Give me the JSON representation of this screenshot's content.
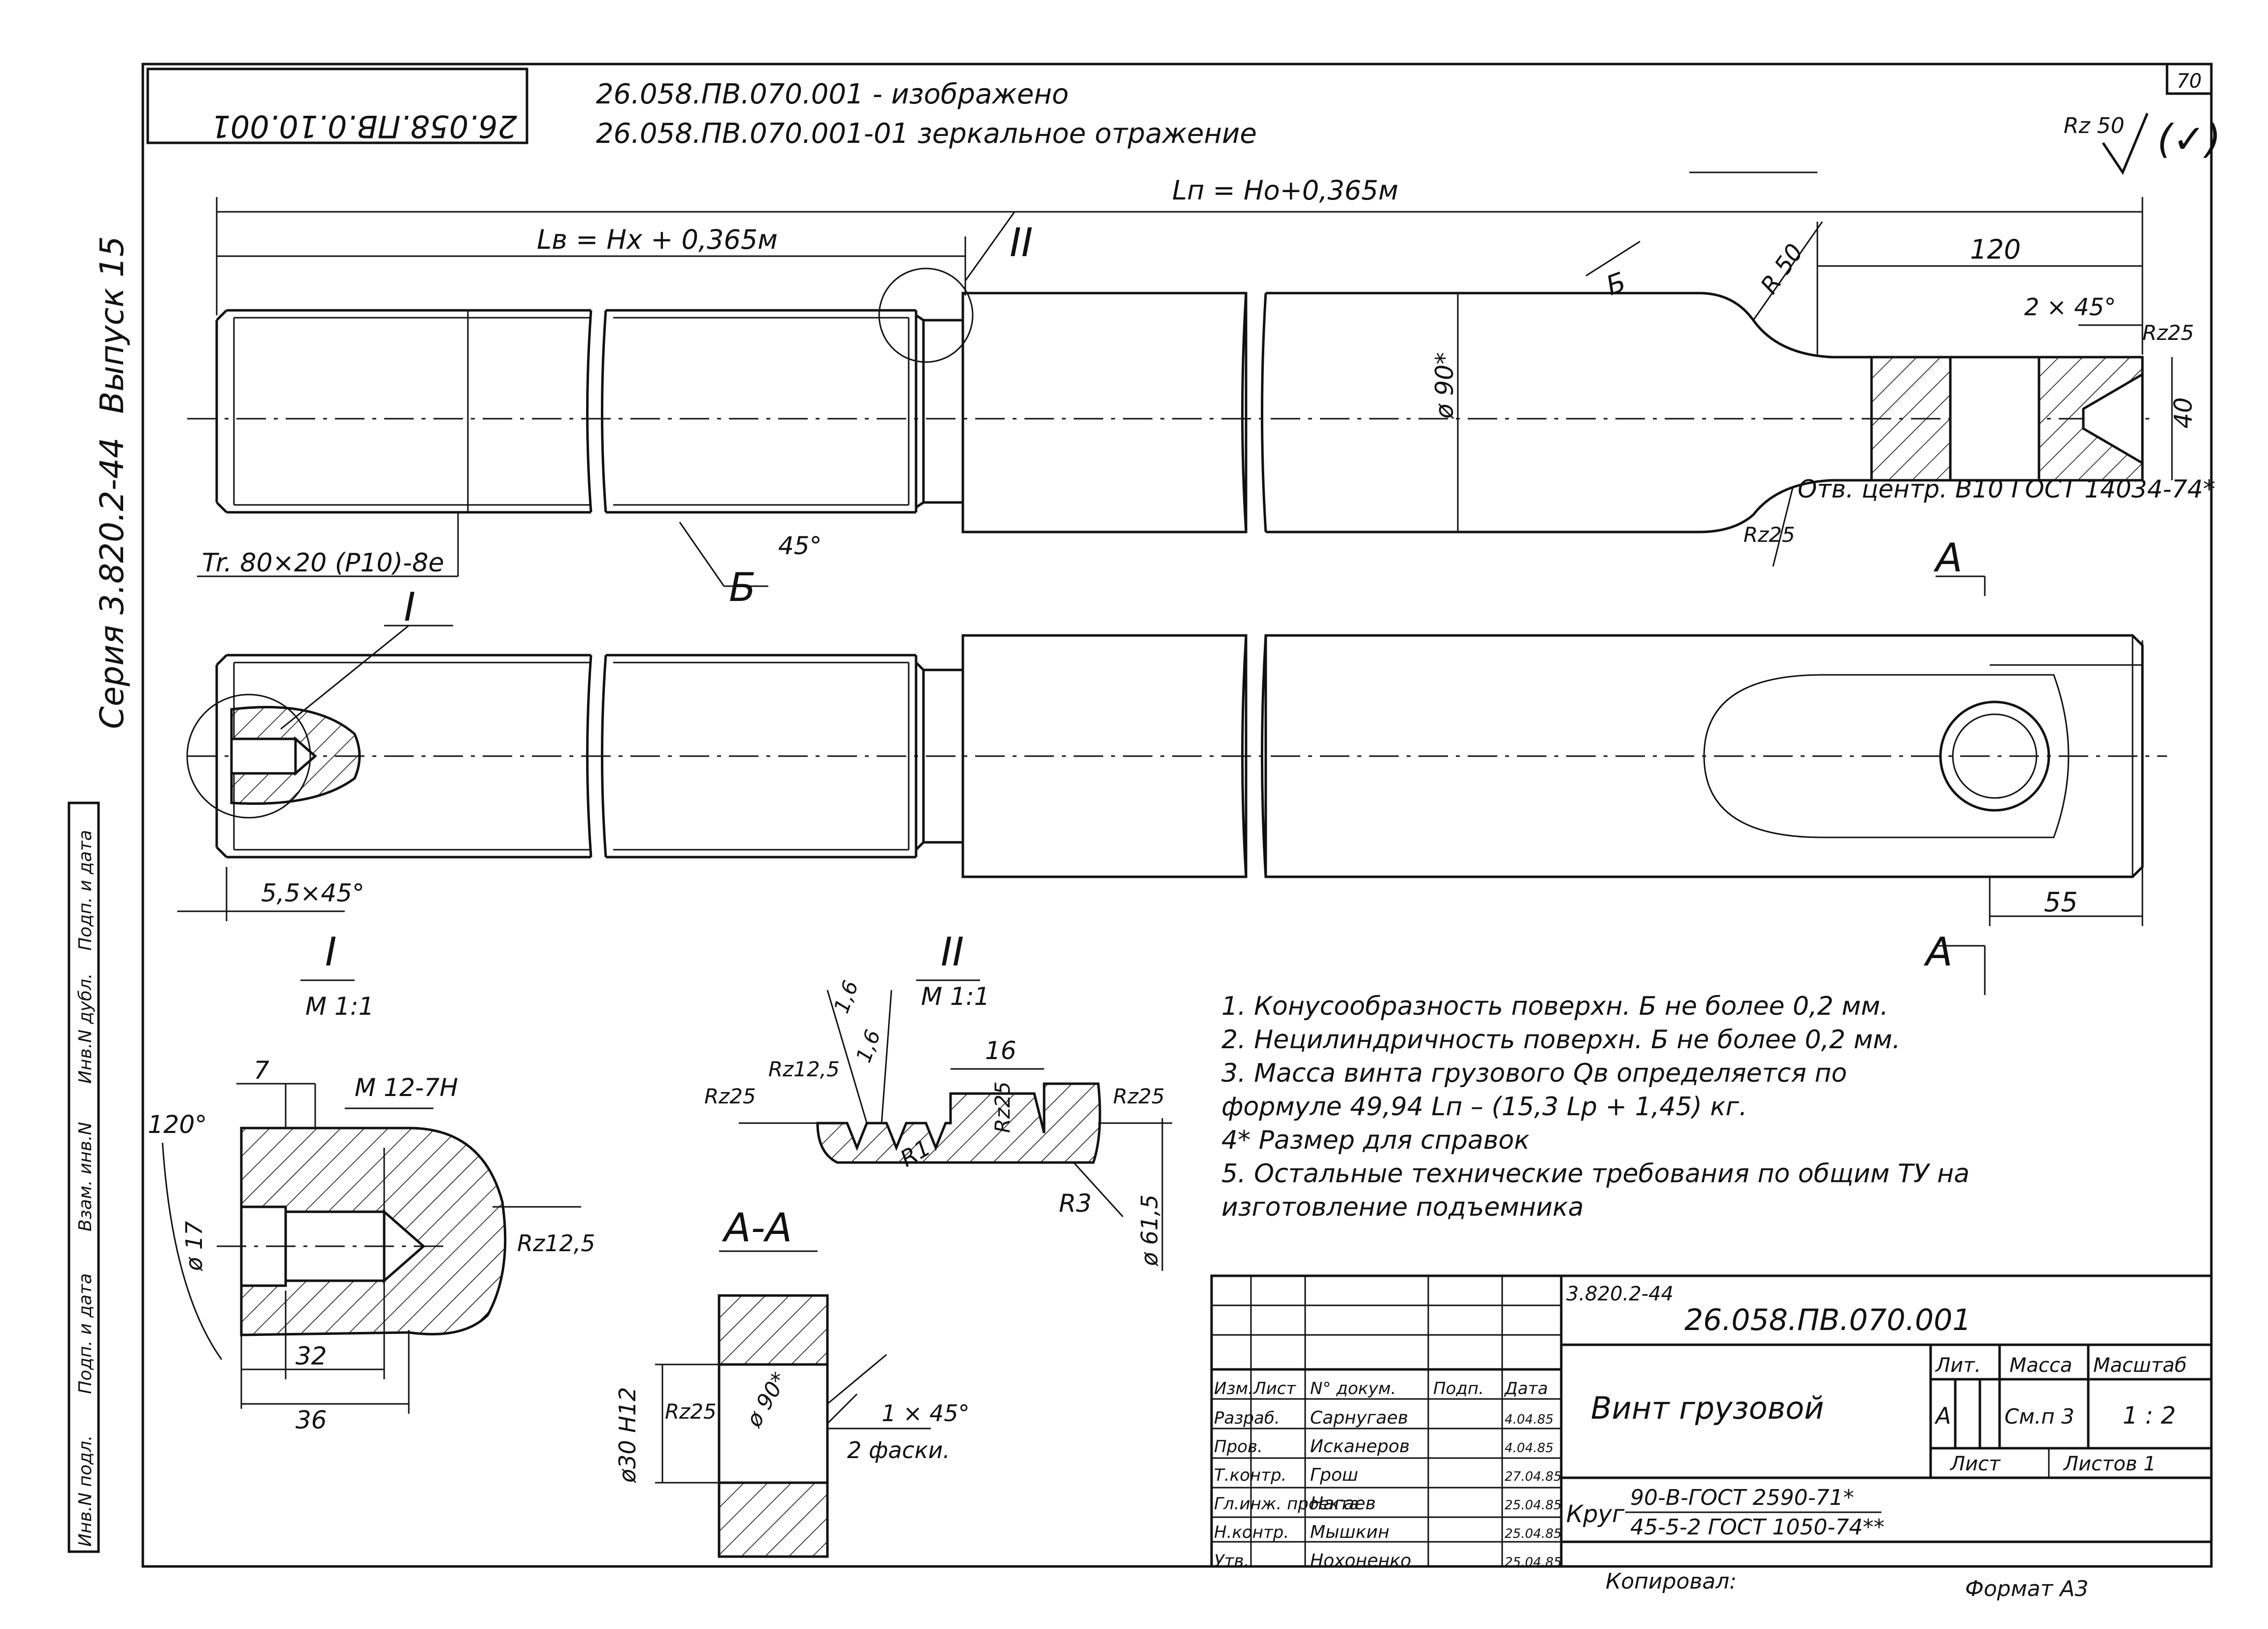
{
  "sheet_number": "70",
  "stamp_code_mirrored": "26.058.ПВ.0.10.001",
  "header_line1": "26.058.ПВ.070.001   - изображено",
  "header_line2": "26.058.ПВ.070.001-01  зеркальное отражение",
  "surface_finish_general": "Rz 50",
  "surface_finish_other": "(✓)",
  "left_margin": {
    "vypusk": "Выпуск 15",
    "seria": "Серия 3.820.2-44",
    "field_labels": [
      "Инв.N подл.",
      "Подп. и дата",
      "Взам. инв.N",
      "Инв.N дубл.",
      "Подп. и дата"
    ]
  },
  "dims": {
    "total_length": "Lп = Hо+0,365м",
    "thread_length": "Lв = Hх + 0,365м",
    "section_ii": "II",
    "r50": "R 50",
    "d120": "120",
    "chamfer_2x45": "2 × 45°",
    "rz25_a": "Rz25",
    "dia90": "ø 90*",
    "b_mark": "Б",
    "d40": "40",
    "center_hole": "Отв. центр. В10  ГОСТ 14034-74*",
    "rz25_b": "Rz25",
    "a_top": "А",
    "thread": "Tr. 80×20 (P10)-8е",
    "angle45": "45°",
    "b_label": "Б",
    "section_i": "I",
    "chamfer_55": "5,5×45°",
    "d55": "55",
    "a_bottom": "А"
  },
  "detail_i": {
    "title": "I",
    "scale": "М 1:1",
    "angle120": "120°",
    "d7": "7",
    "m12": "М 12-7Н",
    "dia17": "ø 17",
    "rz125": "Rz12,5",
    "d32": "32",
    "d36": "36"
  },
  "detail_ii": {
    "title": "II",
    "scale": "М 1:1",
    "v16a": "1,6",
    "v16b": "1,6",
    "d16": "16",
    "rz25l": "Rz25",
    "rz125": "Rz12,5",
    "rz25m": "Rz25",
    "rz25r": "Rz25",
    "r1": "R1",
    "r3": "R3",
    "dia615": "ø 61,5"
  },
  "section_aa": {
    "title": "А-А",
    "dia30": "ø30 H12",
    "rz25": "Rz25",
    "dia90": "ø 90*",
    "chamfer": "1 × 45°",
    "chamfer_note": "2 фаски."
  },
  "notes": [
    "1. Конусообразность поверхн. Б не более 0,2 мм.",
    "2. Нецилиндричность поверхн. Б не более 0,2 мм.",
    "3. Масса винта грузового Qв определяется по",
    "   формуле  49,94 Lп – (15,3 Lр + 1,45) кг.",
    "4* Размер для справок",
    "5. Остальные технические требования по общим ТУ на",
    "   изготовление подъемника"
  ],
  "title_block": {
    "series_small": "3.820.2-44",
    "doc_number": "26.058.ПВ.070.001",
    "name": "Винт  грузовой",
    "header_cols": [
      "Изм.",
      "Лист",
      "N° докум.",
      "Подп.",
      "Дата"
    ],
    "roles": [
      {
        "role": "Разраб.",
        "name": "Сарнугаев",
        "date": "4.04.85"
      },
      {
        "role": "Пров.",
        "name": "Исканеров",
        "date": "4.04.85"
      },
      {
        "role": "Т.контр.",
        "name": "Грош",
        "date": "27.04.85"
      },
      {
        "role": "Гл.инж. проекта",
        "name": "Нагаев",
        "date": "25.04.85"
      },
      {
        "role": "Н.контр.",
        "name": "Мышкин",
        "date": "25.04.85"
      },
      {
        "role": "Утв.",
        "name": "Нохоненко",
        "date": "25.04.85"
      }
    ],
    "lit_label": "Лит.",
    "mass_label": "Масса",
    "scale_label": "Масштаб",
    "lit_value": "А",
    "mass_value": "См.п 3",
    "scale_value": "1 : 2",
    "sheet_label": "Лист",
    "sheets_label": "Листов 1",
    "material_prefix": "Круг",
    "material_line1": "90-В-ГОСТ 2590-71*",
    "material_line2": "45-5-2  ГОСТ 1050-74**",
    "copied": "Копировал:",
    "format": "Формат А3"
  }
}
